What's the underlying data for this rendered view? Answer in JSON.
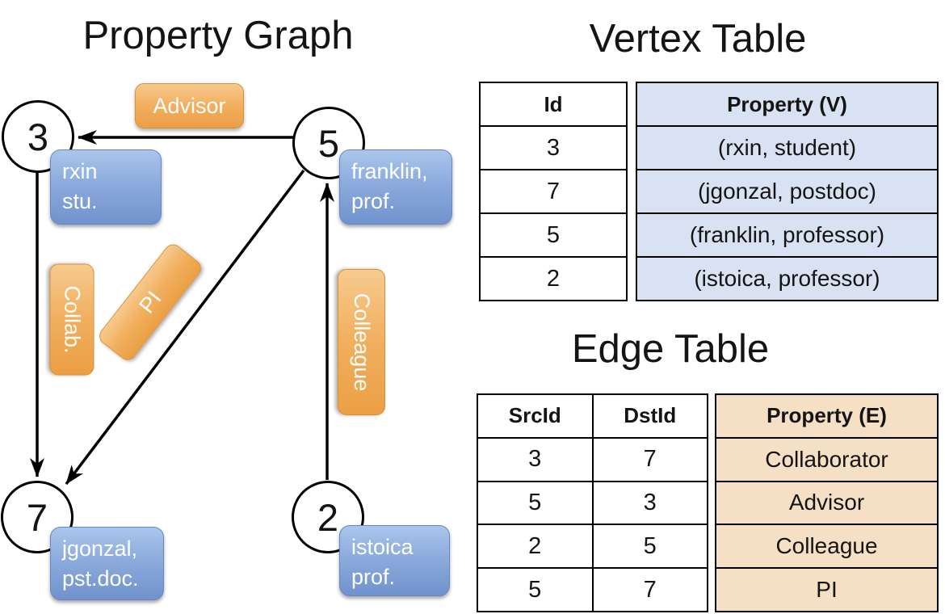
{
  "graph": {
    "title": "Property Graph",
    "nodes": [
      {
        "id": "3",
        "label_line1": "rxin",
        "label_line2": "stu."
      },
      {
        "id": "5",
        "label_line1": "franklin,",
        "label_line2": "prof."
      },
      {
        "id": "7",
        "label_line1": "jgonzal,",
        "label_line2": "pst.doc."
      },
      {
        "id": "2",
        "label_line1": "istoica",
        "label_line2": "prof."
      }
    ],
    "edge_labels": {
      "advisor": "Advisor",
      "collab": "Collab.",
      "pi": "PI",
      "colleague": "Colleague"
    }
  },
  "vertex_table": {
    "title": "Vertex Table",
    "columns": {
      "id": "Id",
      "property": "Property (V)"
    },
    "rows": [
      {
        "id": "3",
        "property": "(rxin, student)"
      },
      {
        "id": "7",
        "property": "(jgonzal, postdoc)"
      },
      {
        "id": "5",
        "property": "(franklin, professor)"
      },
      {
        "id": "2",
        "property": "(istoica, professor)"
      }
    ]
  },
  "edge_table": {
    "title": "Edge Table",
    "columns": {
      "src": "SrcId",
      "dst": "DstId",
      "property": "Property (E)"
    },
    "rows": [
      {
        "src": "3",
        "dst": "7",
        "property": "Collaborator"
      },
      {
        "src": "5",
        "dst": "3",
        "property": "Advisor"
      },
      {
        "src": "2",
        "dst": "5",
        "property": "Colleague"
      },
      {
        "src": "5",
        "dst": "7",
        "property": "PI"
      }
    ]
  },
  "colors": {
    "edge_label_gradient_top": "#f7ca8e",
    "edge_label_gradient_bottom": "#eb9f44",
    "vertex_label_gradient_top": "#aac6ec",
    "vertex_label_gradient_bottom": "#7092cd",
    "vertex_table_fill": "#d9e2f3",
    "edge_table_fill": "#f5dfc5",
    "line_color": "#000000"
  }
}
